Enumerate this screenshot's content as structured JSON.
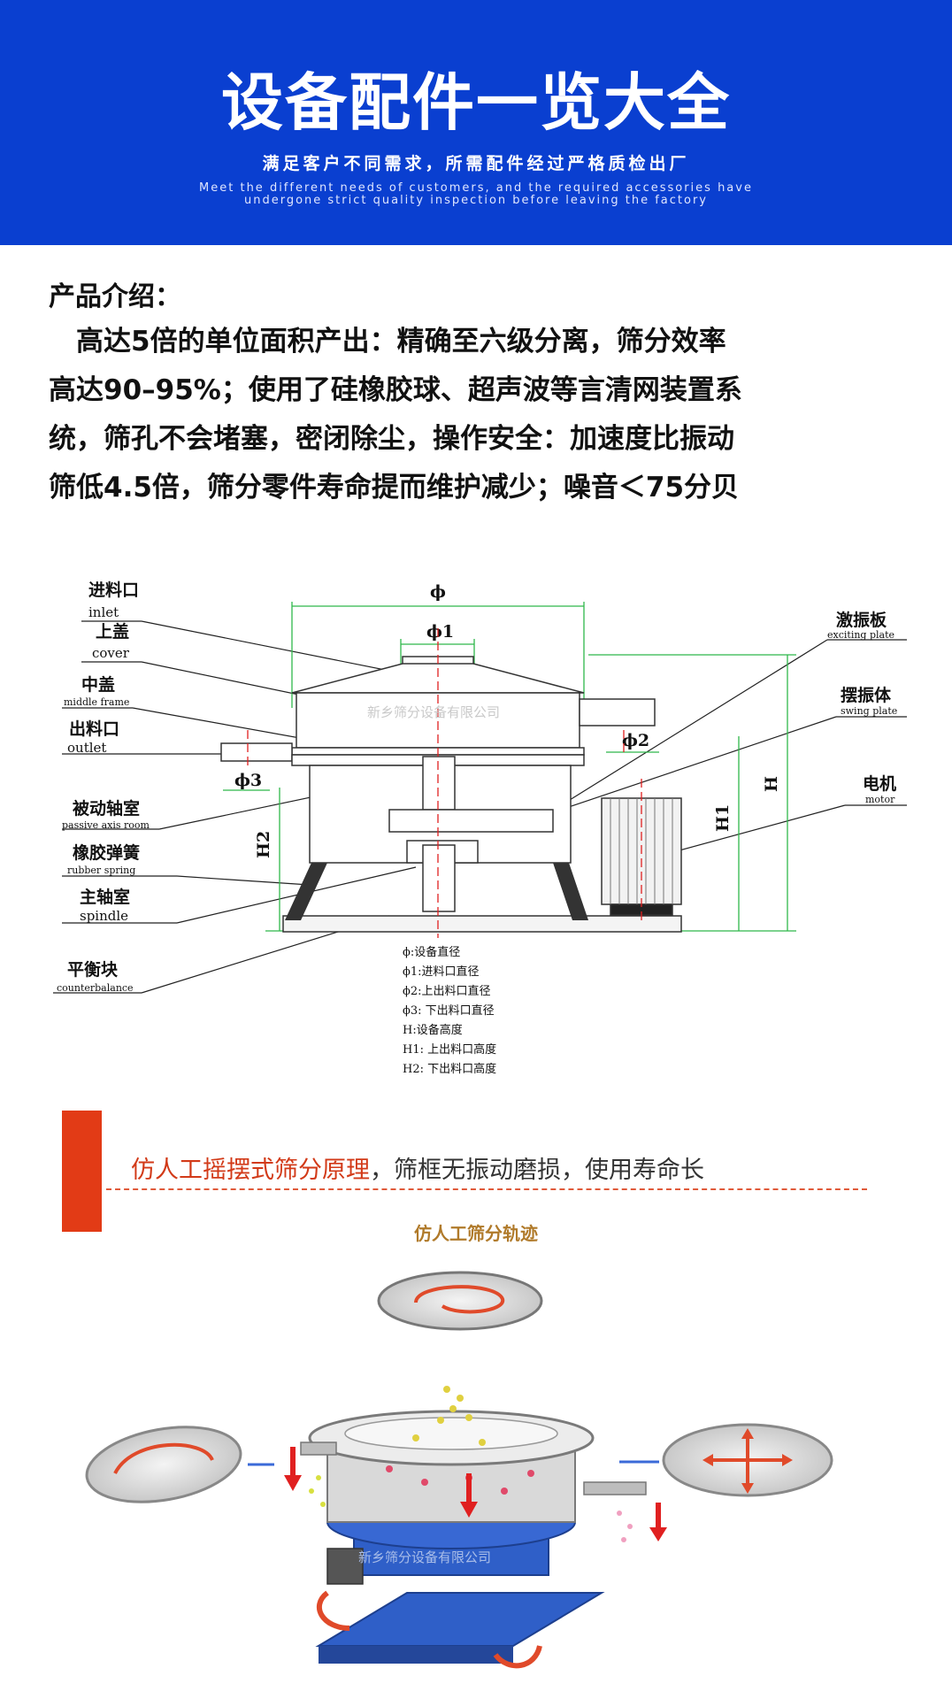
{
  "banner": {
    "title": "设备配件一览大全",
    "subtitle_cn": "满足客户不同需求，所需配件经过严格质检出厂",
    "subtitle_en_line1": "Meet the different needs of customers, and the required accessories have",
    "subtitle_en_line2": "undergone strict quality inspection before leaving the factory"
  },
  "intro": {
    "heading": "产品介绍：",
    "lines": [
      "　高达5倍的单位面积产出：精确至六级分离，筛分效率",
      "高达90–95%；使用了硅橡胶球、超声波等言清网装置系",
      "统，筛孔不会堵塞，密闭除尘，操作安全：加速度比振动",
      "筛低4.5倍，筛分零件寿命提而维护减少；噪音＜75分贝"
    ]
  },
  "diagram": {
    "left_labels": [
      {
        "cn": "进料口",
        "en": "inlet"
      },
      {
        "cn": "上盖",
        "en": "cover"
      },
      {
        "cn": "中盖",
        "en": "middle frame"
      },
      {
        "cn": "出料口",
        "en": "outlet"
      },
      {
        "cn": "被动轴室",
        "en": "passive axis room"
      },
      {
        "cn": "橡胶弹簧",
        "en": "rubber spring"
      },
      {
        "cn": "主轴室",
        "en": "spindle"
      },
      {
        "cn": "平衡块",
        "en": "counterbalance"
      }
    ],
    "right_labels": [
      {
        "cn": "激振板",
        "en": "exciting plate"
      },
      {
        "cn": "摆振体",
        "en": "swing plate"
      },
      {
        "cn": "电机",
        "en": "motor"
      }
    ],
    "dims": {
      "phi": "ϕ",
      "phi1": "ϕ1",
      "phi2": "ϕ2",
      "phi3": "ϕ3",
      "h": "H",
      "h1": "H1",
      "h2": "H2"
    },
    "legend": [
      "ϕ:设备直径",
      "ϕ1:进料口直径",
      "ϕ2:上出料口直径",
      "ϕ3: 下出料口直径",
      "H:设备高度",
      "H1: 上出料口高度",
      "H2: 下出料口高度"
    ],
    "watermark": "新乡筛分设备有限公司"
  },
  "principle": {
    "title_red": "仿人工摇摆式筛分原理",
    "title_rest": "，筛框无振动磨损，使用寿命长",
    "track_label": "仿人工筛分轨迹",
    "watermark": "新乡筛分设备有限公司"
  },
  "colors": {
    "banner_blue": "#0a3fd0",
    "accent_red": "#e23b16",
    "dim_green": "#2fb84a",
    "center_red": "#e02020",
    "machine_blue": "#2f5fc8"
  }
}
